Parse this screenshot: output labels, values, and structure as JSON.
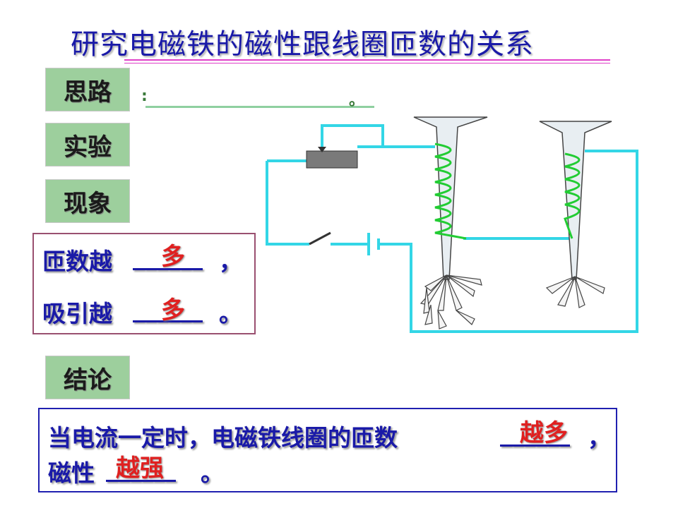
{
  "title": "研究电磁铁的磁性跟线圈匝数的关系",
  "labels": {
    "thinking": "思路",
    "experiment": "实验",
    "phenomenon": "现象",
    "conclusion": "结论"
  },
  "thinking_line": {
    "prefix": ":",
    "suffix": "。"
  },
  "phenomenon": {
    "line1_prefix": "匝数越",
    "line1_blank": "______",
    "line1_suffix": "，",
    "line1_answer": "多",
    "line2_prefix": "吸引越",
    "line2_blank": "______",
    "line2_suffix": "。",
    "line2_answer": "多"
  },
  "conclusion": {
    "line1_prefix": "当电流一定时，电磁铁线圈的匝数",
    "line1_blank": "______",
    "line1_suffix": "，",
    "line1_answer": "越多",
    "line2_prefix": "磁性",
    "line2_blank": "______",
    "line2_suffix": "。",
    "line2_answer": "越强"
  },
  "colors": {
    "title": "#1a1aa8",
    "label_bg": "#9dcf9d",
    "wire": "#33d6e6",
    "coil": "#22cc33",
    "answer": "#e02020",
    "text": "#1a1aa8"
  }
}
